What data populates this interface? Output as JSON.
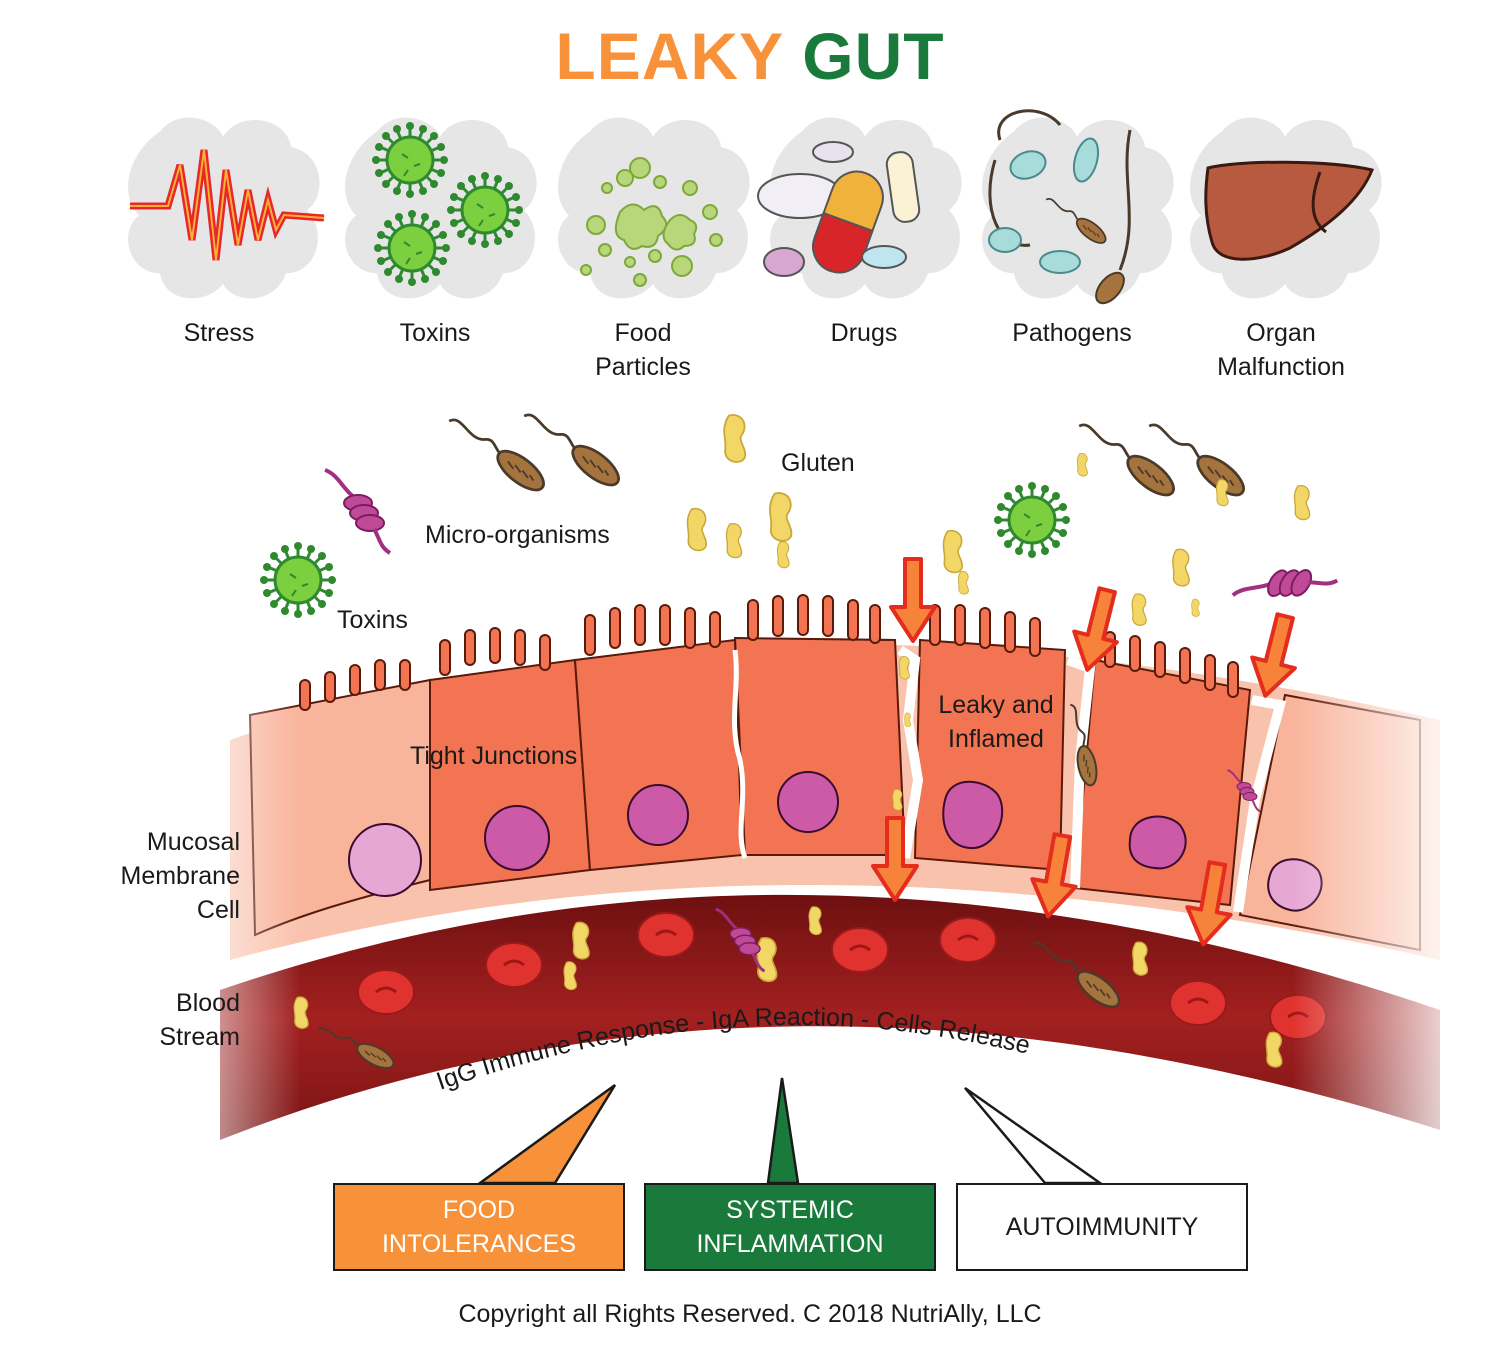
{
  "title": {
    "word1": "LEAKY",
    "word2": "GUT",
    "color1": "#f7923a",
    "color2": "#1a7a3c"
  },
  "causes": [
    {
      "line1": "Stress",
      "line2": "",
      "icon": "stress-wave-icon"
    },
    {
      "line1": "Toxins",
      "line2": "",
      "icon": "virus-icon"
    },
    {
      "line1": "Food",
      "line2": "Particles",
      "icon": "food-particles-icon"
    },
    {
      "line1": "Drugs",
      "line2": "",
      "icon": "pills-icon"
    },
    {
      "line1": "Pathogens",
      "line2": "",
      "icon": "bacteria-icon"
    },
    {
      "line1": "Organ",
      "line2": "Malfunction",
      "icon": "liver-icon"
    }
  ],
  "labels": {
    "microorganisms": "Micro-organisms",
    "gluten": "Gluten",
    "toxins": "Toxins",
    "tight_junctions": "Tight Junctions",
    "leaky_line1": "Leaky and",
    "leaky_line2": "Inflamed",
    "mucosal_line1": "Mucosal",
    "mucosal_line2": "Membrane",
    "mucosal_line3": "Cell",
    "blood_line1": "Blood",
    "blood_line2": "Stream",
    "immune_response": "IgG Immune Response - IgA Reaction - Cells Release"
  },
  "outcomes": [
    {
      "line1": "FOOD",
      "line2": "INTOLERANCES",
      "fill": "#f7923a",
      "text_color": "#ffffff"
    },
    {
      "line1": "SYSTEMIC",
      "line2": "INFLAMMATION",
      "fill": "#1a7a3c",
      "text_color": "#ffffff"
    },
    {
      "line1": "AUTOIMMUNITY",
      "line2": "",
      "fill": "#ffffff",
      "text_color": "#1a1a1a"
    }
  ],
  "copyright": "Copyright all Rights Reserved. C 2018 NutriAlly, LLC",
  "colors": {
    "cell": "#f27452",
    "cell_light": "#f9b49c",
    "nucleus": "#cc5aa6",
    "blood": "#8e1a1a",
    "rbc": "#e0332f",
    "gluten": "#f2d766",
    "virus": "#3a9a3a",
    "bacteria": "#9a6a3a",
    "arrow": "#f7823a"
  }
}
